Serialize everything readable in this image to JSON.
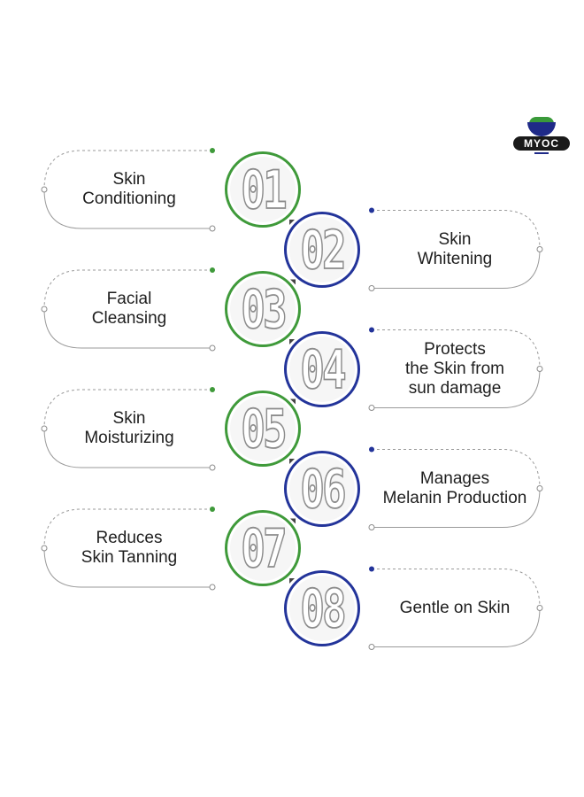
{
  "brand": {
    "logo_text": "MYOC"
  },
  "colors": {
    "green": "#3f9a3a",
    "blue": "#23349a",
    "outline_gray": "#8c8c8c"
  },
  "steps": [
    {
      "number": "01",
      "lines": [
        "Skin",
        "Conditioning"
      ],
      "side": "left",
      "color": "green"
    },
    {
      "number": "02",
      "lines": [
        "Skin",
        "Whitening"
      ],
      "side": "right",
      "color": "blue"
    },
    {
      "number": "03",
      "lines": [
        "Facial",
        "Cleansing"
      ],
      "side": "left",
      "color": "green"
    },
    {
      "number": "04",
      "lines": [
        "Protects",
        "the Skin from",
        "sun damage"
      ],
      "side": "right",
      "color": "blue"
    },
    {
      "number": "05",
      "lines": [
        "Skin",
        "Moisturizing"
      ],
      "side": "left",
      "color": "green"
    },
    {
      "number": "06",
      "lines": [
        "Manages",
        "Melanin Production"
      ],
      "side": "right",
      "color": "blue"
    },
    {
      "number": "07",
      "lines": [
        "Reduces",
        "Skin Tanning"
      ],
      "side": "left",
      "color": "green"
    },
    {
      "number": "08",
      "lines": [
        "Gentle on Skin"
      ],
      "side": "right",
      "color": "blue"
    }
  ]
}
